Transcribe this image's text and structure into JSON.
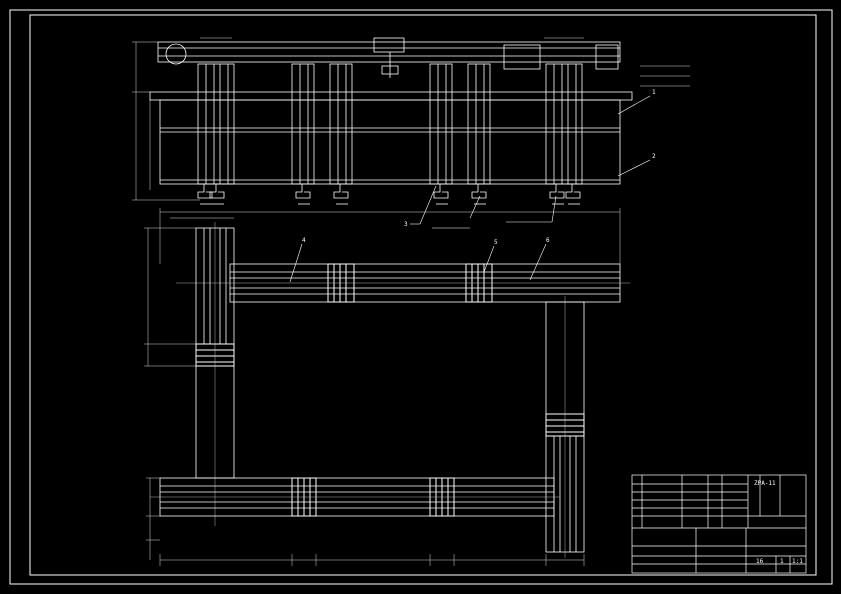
{
  "colors": {
    "background": "#000000",
    "line": "#ffffff",
    "dim": "#dcdcdc"
  },
  "callouts": {
    "one": "1",
    "two": "2",
    "three": "3",
    "four": "4",
    "five": "5",
    "six": "6"
  },
  "title_block": {
    "drawing_no": "ZPA-11",
    "scale": "1:1",
    "sheet": "1",
    "weight": "16"
  }
}
